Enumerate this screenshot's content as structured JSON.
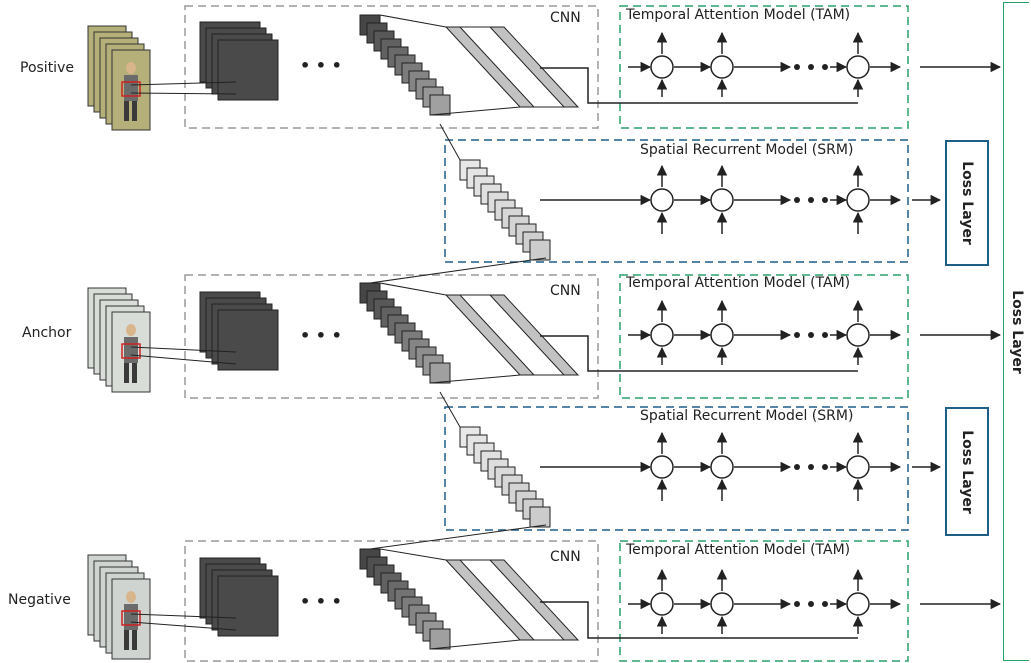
{
  "labels": {
    "positive": "Positive",
    "anchor": "Anchor",
    "negative": "Negative",
    "cnn": "CNN",
    "tam": "Temporal Attention Model (TAM)",
    "srm": "Spatial Recurrent Model (SRM)",
    "loss_layer": "Loss Layer",
    "ellipsis": "• • •"
  },
  "colors": {
    "cnn_border": "#9a9a9a",
    "tam_border": "#2aa06a",
    "srm_border": "#1e5f8a",
    "loss_border": "#1e5f8a",
    "dark_map": "#4a4a4a",
    "light_map": "#e4e4e4"
  }
}
